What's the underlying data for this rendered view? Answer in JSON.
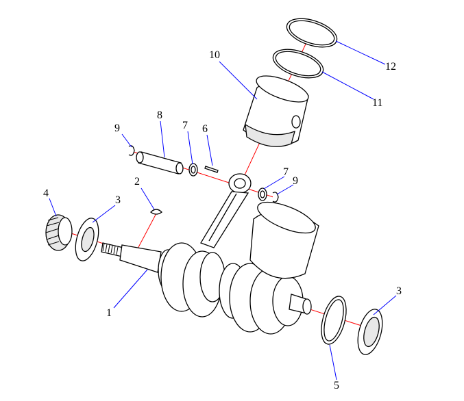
{
  "diagram": {
    "title": "Crankshaft and piston exploded view",
    "callouts": [
      {
        "id": "c1",
        "label": "1"
      },
      {
        "id": "c2",
        "label": "2"
      },
      {
        "id": "c3a",
        "label": "3"
      },
      {
        "id": "c3b",
        "label": "3"
      },
      {
        "id": "c4",
        "label": "4"
      },
      {
        "id": "c5",
        "label": "5"
      },
      {
        "id": "c6",
        "label": "6"
      },
      {
        "id": "c7a",
        "label": "7"
      },
      {
        "id": "c7b",
        "label": "7"
      },
      {
        "id": "c8",
        "label": "8"
      },
      {
        "id": "c9a",
        "label": "9"
      },
      {
        "id": "c9b",
        "label": "9"
      },
      {
        "id": "c10",
        "label": "10"
      },
      {
        "id": "c11",
        "label": "11"
      },
      {
        "id": "c12",
        "label": "12"
      }
    ],
    "colors": {
      "leader": "#0000ff",
      "axis": "#ff0000",
      "line": "#000000"
    }
  }
}
